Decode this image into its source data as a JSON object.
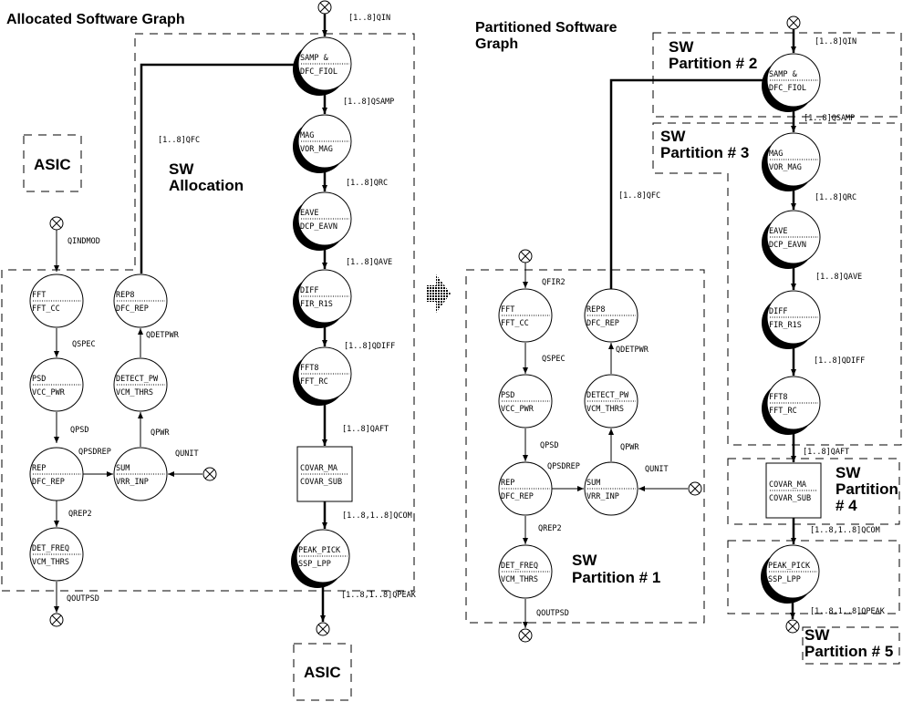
{
  "titles": {
    "left": "Allocated Software Graph",
    "right_line1": "Partitioned Software",
    "right_line2": "Graph"
  },
  "left": {
    "region_allocation": [
      "SW",
      "Allocation"
    ],
    "asic_top": "ASIC",
    "asic_bottom": "ASIC",
    "nodes": {
      "samp": [
        "SAMP &",
        "DFC_FIOL"
      ],
      "mag": [
        "MAG",
        "VOR_MAG"
      ],
      "eave": [
        "EAVE",
        "DCP_EAVN"
      ],
      "diff": [
        "DIFF",
        "FIR_R1S"
      ],
      "fft8": [
        "FFT8",
        "FFT_RC"
      ],
      "covar": [
        "COVAR_MA",
        "COVAR_SUB"
      ],
      "peak": [
        "PEAK_PICK",
        "SSP_LPP"
      ],
      "fft": [
        "FFT",
        "FFT_CC"
      ],
      "psd": [
        "PSD",
        "VCC_PWR"
      ],
      "rep": [
        "REP",
        "DFC_REP"
      ],
      "detfreq": [
        "DET_FREQ",
        "VCM_THRS"
      ],
      "rep8": [
        "REP8",
        "DFC_REP"
      ],
      "detect": [
        "DETECT_PW",
        "VCM_THRS"
      ],
      "sum": [
        "SUM",
        "VRR_INP"
      ]
    },
    "edges": {
      "qin": "[1..8]QIN",
      "qsamp": "[1..8]QSAMP",
      "qrc": "[1..8]QRC",
      "qave": "[1..8]QAVE",
      "qdiff": "[1..8]QDIFF",
      "qaft": "[1..8]QAFT",
      "qcom": "[1..8,1..8]QCOM",
      "qpeak": "[1..8,1..8]QPEAK",
      "qfc": "[1..8]QFC",
      "qindmod": "QINDMOD",
      "qspec": "QSPEC",
      "qpsd": "QPSD",
      "qpsdrep": "QPSDREP",
      "qrep2": "QREP2",
      "qoutpsd": "QOUTPSD",
      "qdetpwr": "QDETPWR",
      "qpwr": "QPWR",
      "qunit": "QUNIT"
    }
  },
  "right": {
    "partitions": {
      "p1": [
        "SW",
        "Partition # 1"
      ],
      "p2": [
        "SW",
        "Partition # 2"
      ],
      "p3": [
        "SW",
        "Partition # 3"
      ],
      "p4": [
        "SW",
        "Partition",
        "# 4"
      ],
      "p5": [
        "SW",
        "Partition # 5"
      ]
    },
    "nodes": {
      "samp": [
        "SAMP &",
        "DFC_FIOL"
      ],
      "mag": [
        "MAG",
        "VOR_MAG"
      ],
      "eave": [
        "EAVE",
        "DCP_EAVN"
      ],
      "diff": [
        "DIFF",
        "FIR_R1S"
      ],
      "fft8": [
        "FFT8",
        "FFT_RC"
      ],
      "covar": [
        "COVAR_MA",
        "COVAR_SUB"
      ],
      "peak": [
        "PEAK_PICK",
        "SSP_LPP"
      ],
      "fft": [
        "FFT",
        "FFT_CC"
      ],
      "psd": [
        "PSD",
        "VCC_PWR"
      ],
      "rep": [
        "REP",
        "DFC_REP"
      ],
      "detfreq": [
        "DET_FREQ",
        "VCM_THRS"
      ],
      "rep8": [
        "REP8",
        "DFC_REP"
      ],
      "detect": [
        "DETECT_PW",
        "VCM_THRS"
      ],
      "sum": [
        "SUM",
        "VRR_INP"
      ]
    },
    "edges": {
      "qin": "[1..8]QIN",
      "qsamp": "[1..8]QSAMP",
      "qrc": "[1..8]QRC",
      "qave": "[1..8]QAVE",
      "qdiff": "[1..8]QDIFF",
      "qaft": "[1..8]QAFT",
      "qcom": "[1..8,1..8]QCOM",
      "qpeak": "[1..8,1..8]QPEAK",
      "qfc": "[1..8]QFC",
      "qfir2": "QFIR2",
      "qspec": "QSPEC",
      "qpsd": "QPSD",
      "qpsdrep": "QPSDREP",
      "qrep2": "QREP2",
      "qoutpsd": "QOUTPSD",
      "qdetpwr": "QDETPWR",
      "qpwr": "QPWR",
      "qunit": "QUNIT"
    }
  },
  "transition_arrow": "arrow-right-icon"
}
